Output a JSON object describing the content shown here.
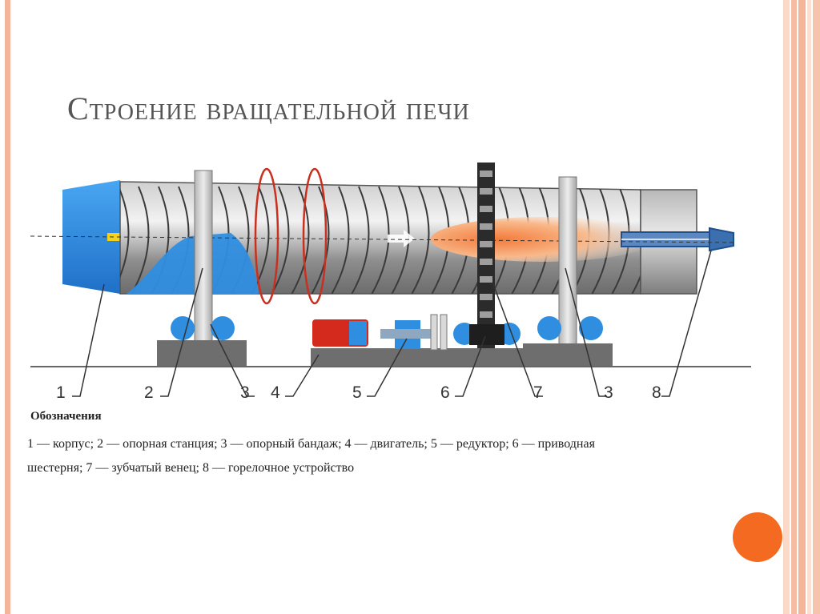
{
  "slide": {
    "title": "Строение вращательной печи"
  },
  "diagram": {
    "callouts": [
      "1",
      "2",
      "3",
      "4",
      "5",
      "6",
      "7",
      "3",
      "8"
    ]
  },
  "legend": {
    "heading": "Обозначения",
    "line1": "1 — корпус; 2 — опорная станция; 3 — опорный бандаж; 4 — двигатель; 5 — редуктор; 6 — приводная",
    "line2": "шестерня; 7 — зубчатый венец; 8  — горелочное устройство"
  },
  "colors": {
    "accent": "#f46a21",
    "frame": "#f4b49a",
    "kiln_body": "#9a9a9a",
    "kiln_inlet": "#2f8ee0",
    "motor": "#d42a1e",
    "flame": "#f6a46a"
  }
}
